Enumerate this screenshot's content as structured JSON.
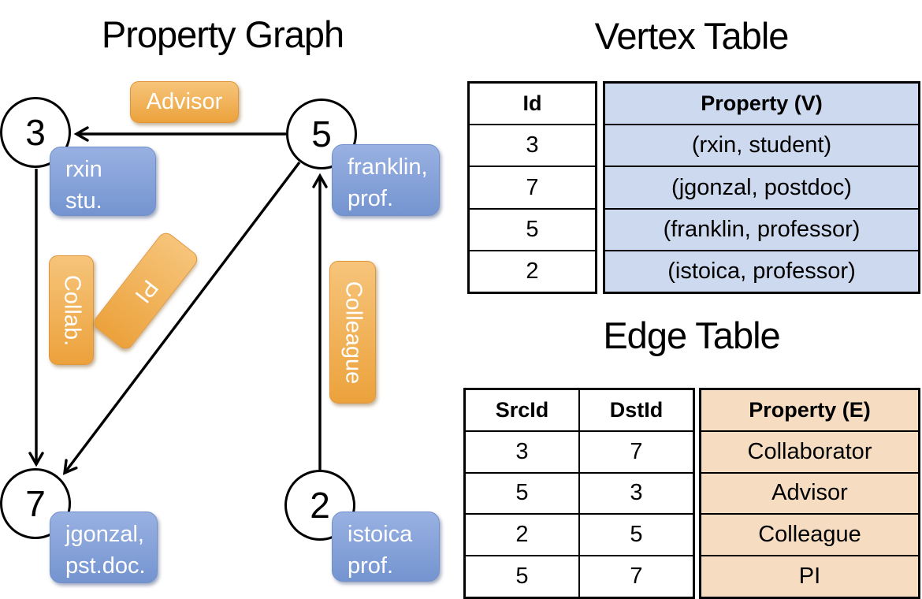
{
  "graph": {
    "title": "Property Graph",
    "nodes": [
      {
        "id": "3",
        "property": [
          "rxin",
          "stu."
        ]
      },
      {
        "id": "5",
        "property": [
          "franklin,",
          "prof."
        ]
      },
      {
        "id": "7",
        "property": [
          "jgonzal,",
          "pst.doc."
        ]
      },
      {
        "id": "2",
        "property": [
          "istoica",
          "prof."
        ]
      }
    ],
    "edge_labels": {
      "advisor": "Advisor",
      "collab": "Collab.",
      "pi": "PI",
      "colleague": "Colleague"
    }
  },
  "vertex_table": {
    "title": "Vertex Table",
    "columns": {
      "id": "Id",
      "property": "Property (V)"
    },
    "rows": [
      {
        "id": "3",
        "property": "(rxin, student)"
      },
      {
        "id": "7",
        "property": "(jgonzal, postdoc)"
      },
      {
        "id": "5",
        "property": "(franklin, professor)"
      },
      {
        "id": "2",
        "property": "(istoica, professor)"
      }
    ]
  },
  "edge_table": {
    "title": "Edge Table",
    "columns": {
      "src": "SrcId",
      "dst": "DstId",
      "property": "Property (E)"
    },
    "rows": [
      {
        "src": "3",
        "dst": "7",
        "property": "Collaborator"
      },
      {
        "src": "5",
        "dst": "3",
        "property": "Advisor"
      },
      {
        "src": "2",
        "dst": "5",
        "property": "Colleague"
      },
      {
        "src": "5",
        "dst": "7",
        "property": "PI"
      }
    ]
  },
  "colors": {
    "vertex_property_box": "#7d9cd7",
    "edge_label_box": "#efa64b",
    "vertex_table_cell": "#cdd9ef",
    "edge_table_cell": "#f6dcc0",
    "stroke": "#000000"
  }
}
